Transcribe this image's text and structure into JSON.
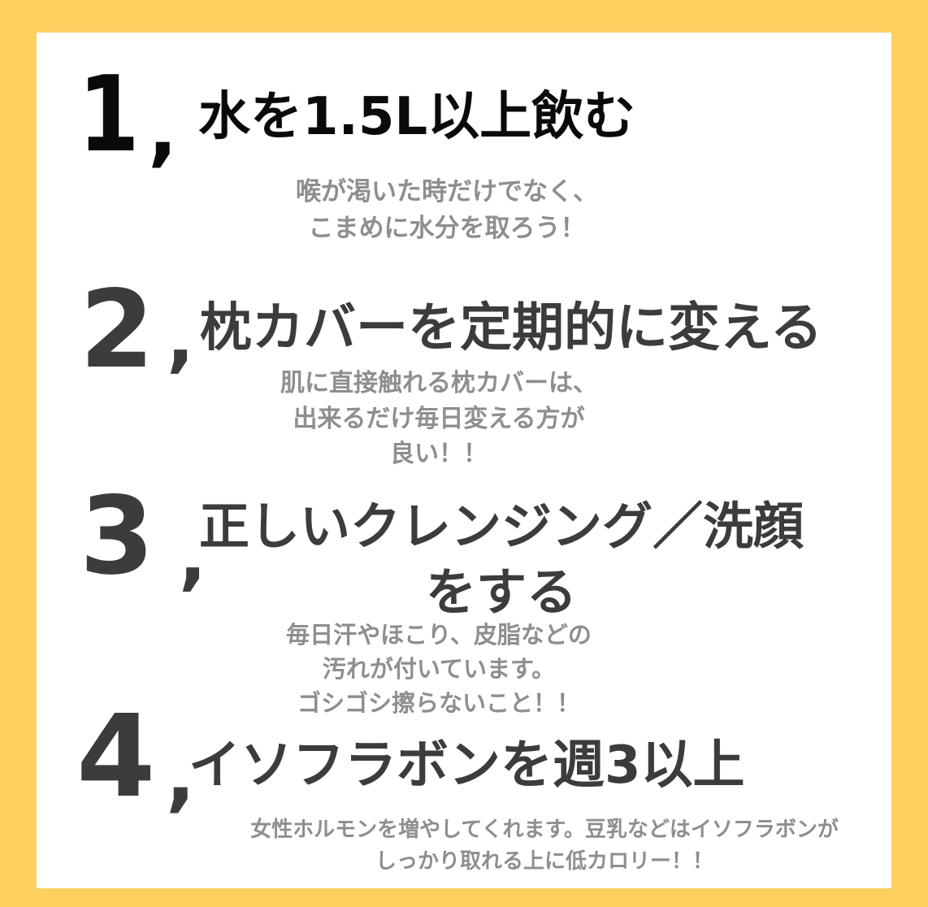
{
  "colors": {
    "background": "#fdd060",
    "panel": "#ffffff",
    "heading_first": "#0a0a0a",
    "heading": "#3c3c3c",
    "subtext": "#8e8e8e"
  },
  "tips": [
    {
      "number": "1",
      "separator": ",",
      "title_lines": [
        "水を1.5L以上飲む"
      ],
      "description_lines": [
        "喉が渇いた時だけでなく、",
        "こまめに水分を取ろう！"
      ]
    },
    {
      "number": "2",
      "separator": ",",
      "title_lines": [
        "枕カバーを定期的に変える"
      ],
      "description_lines": [
        "肌に直接触れる枕カバーは、",
        "出来るだけ毎日変える方が",
        "良い！！"
      ]
    },
    {
      "number": "3",
      "separator": ",",
      "title_lines": [
        "正しいクレンジング／洗顔",
        "をする"
      ],
      "description_lines": [
        "毎日汗やほこり、皮脂などの",
        "汚れが付いています。",
        "ゴシゴシ擦らないこと！！"
      ]
    },
    {
      "number": "4",
      "separator": ",",
      "title_lines": [
        "イソフラボンを週3以上"
      ],
      "description_lines": [
        "女性ホルモンを増やしてくれます。豆乳などはイソフラボンが",
        "しっかり取れる上に低カロリー！！"
      ]
    }
  ]
}
